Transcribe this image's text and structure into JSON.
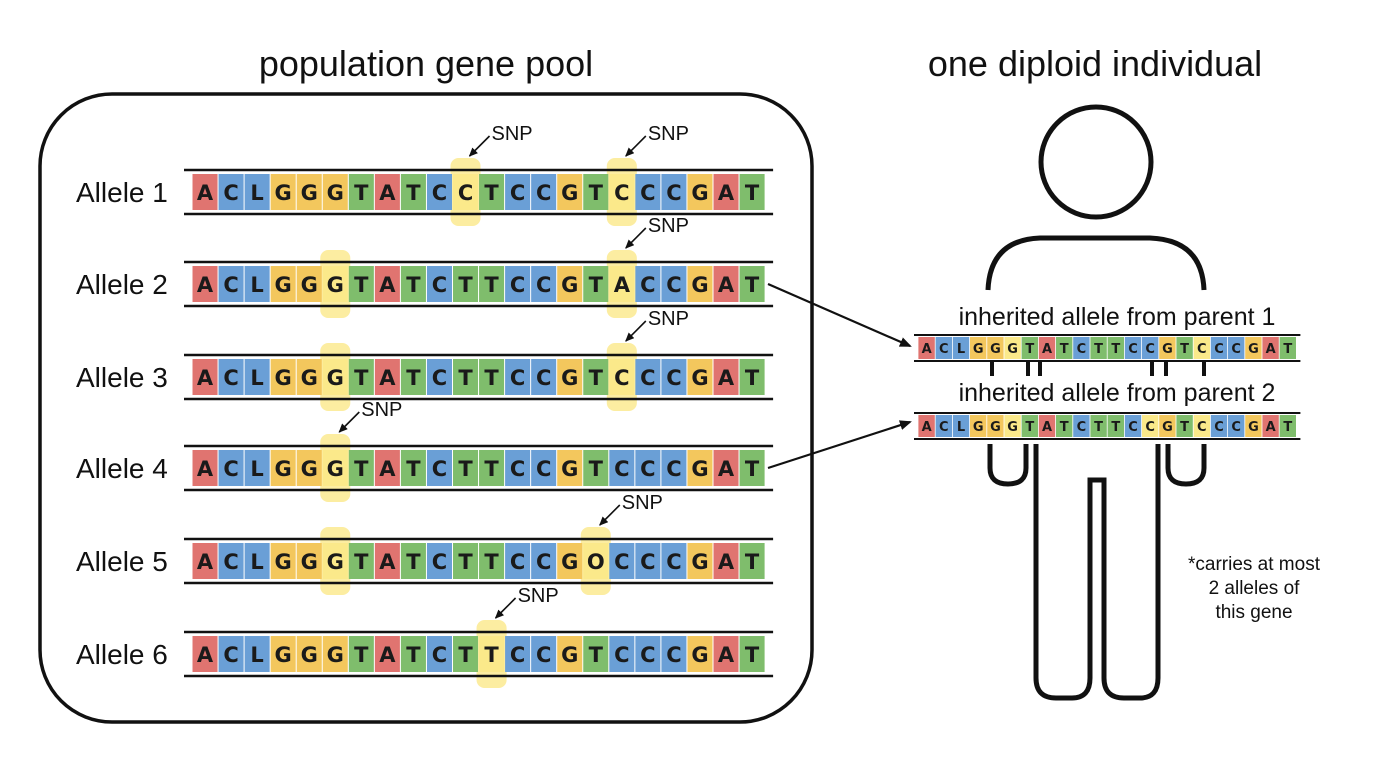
{
  "pool": {
    "title": "population gene pool",
    "snp_label": "SNP",
    "alleles": [
      {
        "label": "Allele 1",
        "sequence": "ACLGGGTATCCTCCGTCCCGAT",
        "snp_positions": [
          10,
          16
        ],
        "mutant_positions": [
          10,
          16
        ],
        "shadow_positions": []
      },
      {
        "label": "Allele 2",
        "sequence": "ACLGGGTATCTTCCGTACCGAT",
        "snp_positions": [
          16
        ],
        "mutant_positions": [
          16
        ],
        "shadow_positions": [
          5
        ]
      },
      {
        "label": "Allele 3",
        "sequence": "ACLGGGTATCTTCCGTCCCGAT",
        "snp_positions": [
          16
        ],
        "mutant_positions": [
          16
        ],
        "shadow_positions": [
          5
        ]
      },
      {
        "label": "Allele 4",
        "sequence": "ACLGGGTATCTTCCGTCCCGAT",
        "snp_positions": [
          5
        ],
        "mutant_positions": [],
        "shadow_positions": []
      },
      {
        "label": "Allele 5",
        "sequence": "ACLGGGTATCTTCCGOCCCGAT",
        "snp_positions": [
          15
        ],
        "mutant_positions": [
          15
        ],
        "shadow_positions": [
          5
        ]
      },
      {
        "label": "Allele 6",
        "sequence": "ACLGGGTATCTTCCGTCCCGAT",
        "snp_positions": [
          11
        ],
        "mutant_positions": [
          11
        ],
        "shadow_positions": []
      }
    ]
  },
  "individual": {
    "title": "one diploid individual",
    "parent1_label": "inherited allele from parent 1",
    "parent2_label": "inherited allele from parent 2",
    "parent1_sequence": "ACLGGGTATCTTCCGTCCCGAT",
    "parent2_sequence": "ACLGGGTATCTTCCGTCCCGAT",
    "parent1_highlights": [
      5,
      16
    ],
    "parent2_highlights": [
      5,
      13,
      16
    ],
    "note_lines": [
      "*carries at most",
      "2 alleles of",
      "this gene"
    ]
  },
  "colors": {
    "A": "#e07470",
    "C": "#6a9fd6",
    "G": "#f3c75d",
    "T": "#7fbd6c",
    "L": "#6a9fd6",
    "O": "#7fbd6c",
    "highlight": "#fbe98a",
    "mutant_red": "#c0392b",
    "mutant_green": "#2e7d32",
    "line": "#111111"
  }
}
